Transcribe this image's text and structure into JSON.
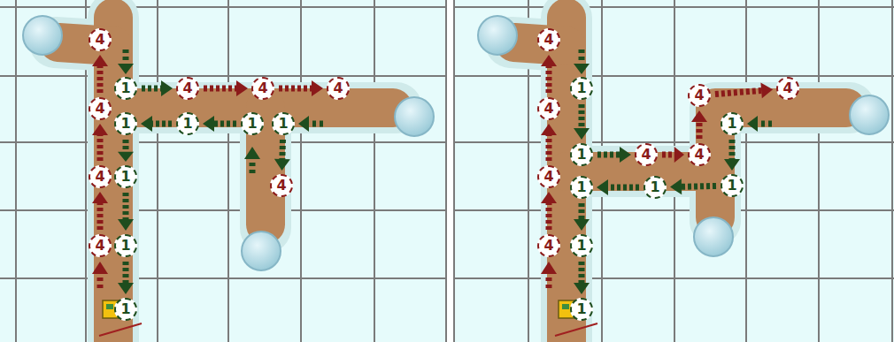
{
  "diagram": {
    "nodes": [
      {
        "text": [
          "4"
        ]
      },
      {
        "text": [
          "1"
        ]
      },
      {
        "text": [
          "4"
        ]
      },
      {
        "text": [
          "4"
        ]
      },
      {
        "text": [
          "4"
        ]
      },
      {
        "text": [
          "4"
        ]
      },
      {
        "text": [
          "1"
        ]
      },
      {
        "text": [
          "1"
        ]
      },
      {
        "text": [
          "1"
        ]
      },
      {
        "text": [
          "1"
        ]
      },
      {
        "text": [
          "4"
        ]
      },
      {
        "text": [
          "1"
        ]
      },
      {
        "text": [
          "4"
        ]
      },
      {
        "text": [
          "4"
        ]
      },
      {
        "text": [
          "1"
        ]
      },
      {
        "text": [
          "1"
        ]
      },
      {
        "text": [
          "4"
        ]
      },
      {
        "text": [
          "1"
        ]
      },
      {
        "text": [
          "4"
        ]
      },
      {
        "text": [
          "4"
        ]
      },
      {
        "text": [
          "4"
        ]
      },
      {
        "text": [
          "1"
        ]
      },
      {
        "text": [
          "1"
        ]
      },
      {
        "text": [
          "4"
        ]
      },
      {
        "text": [
          "4"
        ]
      },
      {
        "text": [
          "4"
        ]
      },
      {
        "text": [
          "1"
        ]
      },
      {
        "text": [
          "1"
        ]
      },
      {
        "text": [
          "1"
        ]
      },
      {
        "text": [
          "4"
        ]
      },
      {
        "text": [
          "1"
        ]
      },
      {
        "text": [
          "1"
        ]
      }
    ],
    "edges": [
      {
        "from": 1,
        "to": 2,
        "arrow": "to"
      },
      {
        "from": 2,
        "to": 3,
        "arrow": "to"
      },
      {
        "from": 3,
        "to": 4,
        "arrow": "to"
      },
      {
        "from": 7,
        "to": 6,
        "arrow": "to"
      },
      {
        "from": 8,
        "to": 7,
        "arrow": "to"
      },
      {
        "from": 9,
        "to": 12,
        "arrow": "to"
      },
      {
        "from": 13,
        "to": 10,
        "arrow": "to"
      },
      {
        "from": 10,
        "to": 5,
        "arrow": "to"
      },
      {
        "from": 5,
        "to": 0,
        "arrow": "to"
      },
      {
        "from": 6,
        "to": 11,
        "arrow": "to"
      },
      {
        "from": 11,
        "to": 14,
        "arrow": "to"
      },
      {
        "from": 14,
        "to": 15,
        "arrow": "to"
      },
      {
        "from": 29,
        "to": 25,
        "arrow": "to"
      },
      {
        "from": 25,
        "to": 20,
        "arrow": "to"
      },
      {
        "from": 20,
        "to": 16,
        "arrow": "to"
      },
      {
        "from": 17,
        "to": 22,
        "arrow": "to"
      },
      {
        "from": 26,
        "to": 30,
        "arrow": "to"
      },
      {
        "from": 30,
        "to": 31,
        "arrow": "to"
      },
      {
        "from": 22,
        "to": 23,
        "arrow": "to"
      },
      {
        "from": 23,
        "to": 24,
        "arrow": "to"
      },
      {
        "from": 24,
        "to": 18,
        "arrow": "to"
      },
      {
        "from": 18,
        "to": 19,
        "arrow": "to"
      },
      {
        "from": 21,
        "to": 28,
        "arrow": "to"
      },
      {
        "from": 28,
        "to": 27,
        "arrow": "to"
      },
      {
        "from": 27,
        "to": 26,
        "arrow": "to"
      }
    ]
  }
}
